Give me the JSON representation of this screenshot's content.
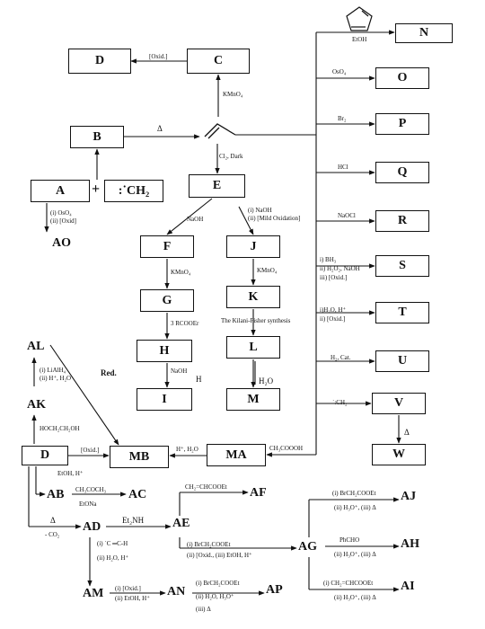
{
  "boxes": {
    "D_top": "D",
    "C": "C",
    "B": "B",
    "A": "A",
    "carbene": ":˙CH₂",
    "E": "E",
    "F": "F",
    "J": "J",
    "G": "G",
    "K": "K",
    "H": "H",
    "L": "L",
    "I": "I",
    "M": "M",
    "D_low": "D",
    "MB": "MB",
    "MA": "MA",
    "N": "N",
    "O": "O",
    "P": "P",
    "Q": "Q",
    "R": "R",
    "S": "S",
    "T": "T",
    "U": "U",
    "V": "V",
    "W": "W"
  },
  "nodes": {
    "AO": "AO",
    "AL": "AL",
    "AK": "AK",
    "AB": "AB",
    "AC": "AC",
    "AD": "AD",
    "AE": "AE",
    "AF": "AF",
    "AG": "AG",
    "AH": "AH",
    "AI": "AI",
    "AJ": "AJ",
    "AM": "AM",
    "AN": "AN",
    "AP": "AP",
    "plus": "+"
  },
  "labels": {
    "oxid_top": "[Oxid.]",
    "kmno4_c": "KMnO₄",
    "delta_b": "Δ",
    "cl2_dark": "Cl₂, Dark",
    "a_reag1": "(i) OsO₄",
    "a_reag2": "(ii) [Oxid]",
    "naoh_f": "NaOH",
    "j_reag1": "(i) NaOH",
    "j_reag2": "(ii) [Mild Oxidation]",
    "kmno4_g": "KMnO₄",
    "kmno4_k": "KMnO₄",
    "rcooer": "3 RCOOEr",
    "kiliani": "The Kilani-Fisher synthesis",
    "naoh_i": "NaOH",
    "h_i": "H",
    "h2o_m": "H₂O",
    "red": "Red.",
    "al_reag1": "(i) LiAlH₄",
    "al_reag2": "(ii) H⁺, H₂O",
    "hoch2": "HOCH₂CH₂OH",
    "oxid_mb": "[Oxid.]",
    "h_h2o_ma": "H⁺, H₂O",
    "ch3cooh": "CH₃COOOH",
    "etoh_h": "EtOH, H⁺",
    "ch3coch3": "CH₃COCH₃",
    "etona": "EtONa",
    "delta_ad": "Δ",
    "co2": "- CO₂",
    "et2nh": "Et₂NH",
    "af_reag": "CH₂=CHCOOEt",
    "ag_reag1": "(i) BrCH₂COOEt",
    "ag_reag2": "(ii)  [Oxid., (iii) EtOH, H⁺",
    "am_reag1": "(i) ˙C ═C-H",
    "am_reag2": "(ii) H₂O, H⁺",
    "an_reag1": "(i) [Oxid.]",
    "an_reag2": "(ii) EtOH, H⁺",
    "ap_reag1": "(i) BrCH₂COOEt",
    "ap_reag2": "(ii) H₂O, H₃O⁺",
    "ap_reag3": "(iii) Δ",
    "aj_reag1": "(i) BrCH₂COOEt",
    "aj_reag2": "(ii) H₃O⁺, (iii) Δ",
    "ah_reag1": "PhCHO",
    "ah_reag2": "(ii) H₃O⁺, (iii) Δ",
    "ai_reag1": "(i) CH₂=CHCOOEt",
    "ai_reag2": "(ii) H₃O⁺, (iii) Δ",
    "etoh_n": "EtOH",
    "oso4": "OsO₄",
    "br2": "Br₂",
    "hcl": "HCl",
    "naocl": "NaOCl",
    "s_reag1": "i) BH₃",
    "s_reag2": "ii) H₂O₂, NaOH",
    "s_reag3": "iii) [Oxid.]",
    "t_reag1": "i)H₂O, H⁺",
    "t_reag2": "ii) [Oxid.]",
    "h2cat": "H₂, Cat.",
    "ch2_v": "˙:CH₂",
    "delta_w": "Δ"
  }
}
